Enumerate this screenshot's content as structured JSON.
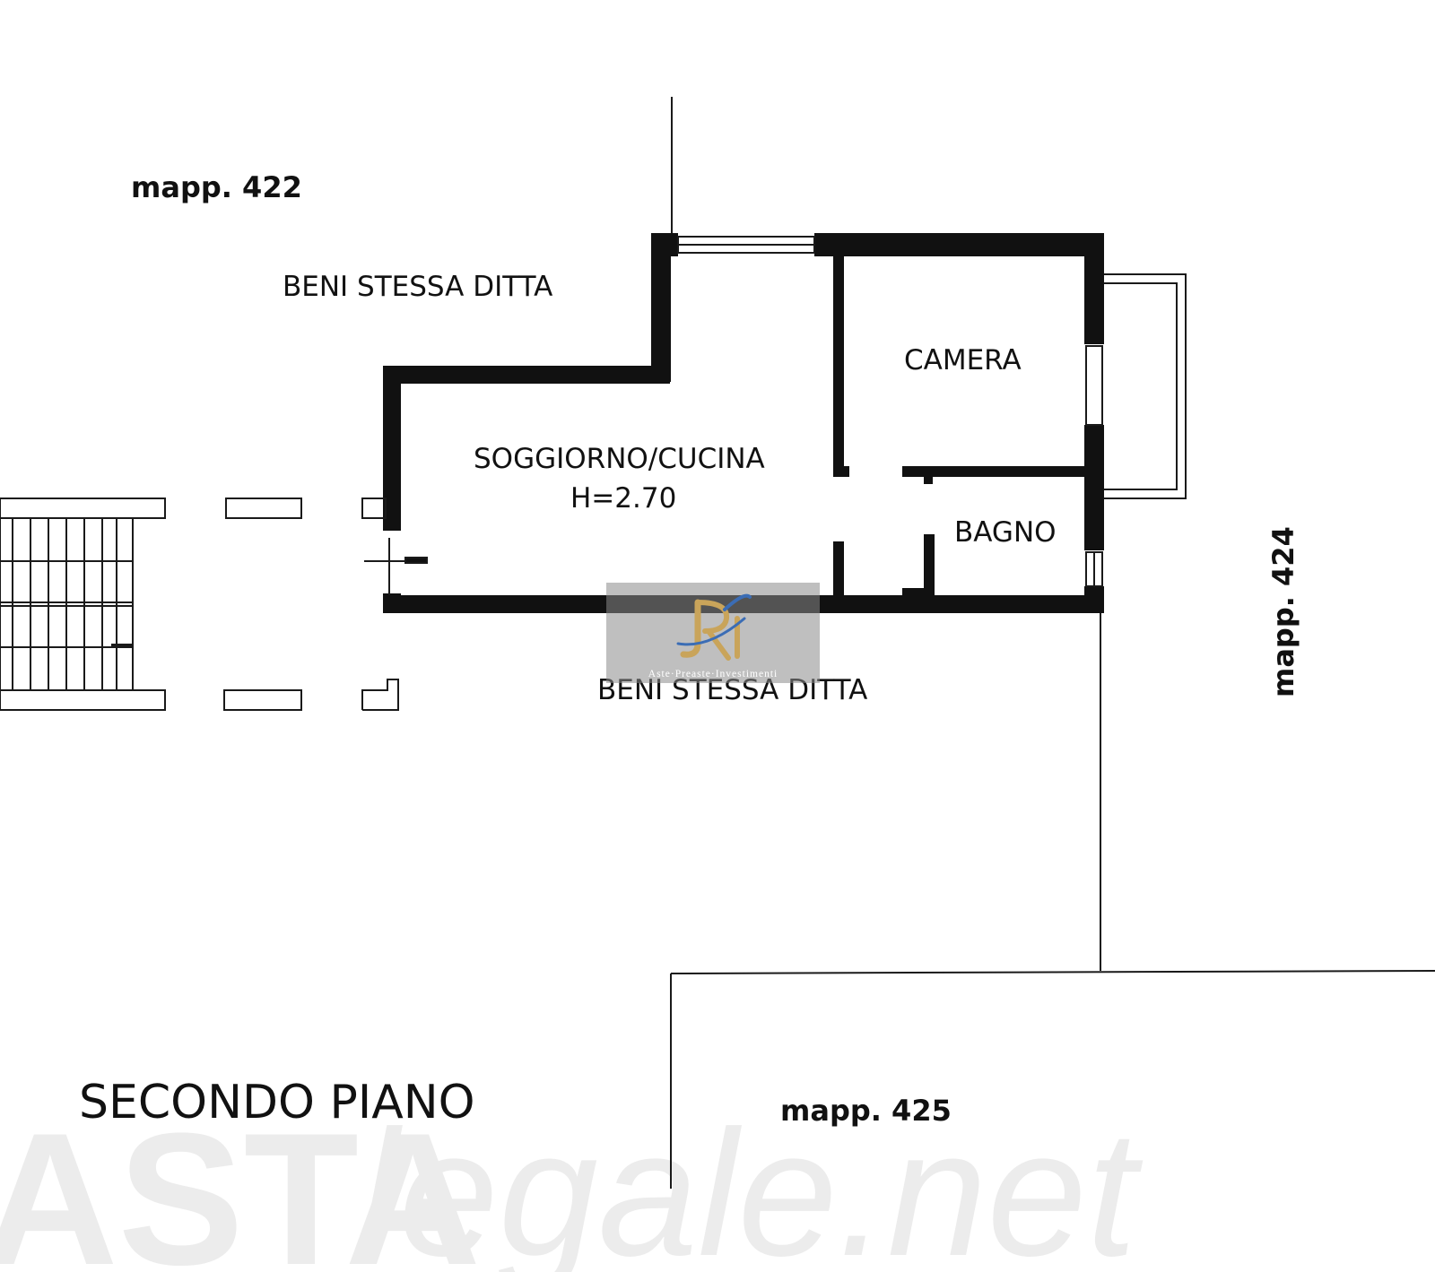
{
  "labels": {
    "mapp_422": "mapp. 422",
    "beni_top": "BENI STESSA DITTA",
    "camera": "CAMERA",
    "soggiorno": "SOGGIORNO/CUCINA",
    "height": "H=2.70",
    "bagno": "BAGNO",
    "mapp_424": "mapp. 424",
    "beni_bottom": "BENI STESSA DITTA",
    "floor": "SECONDO PIANO",
    "mapp_425": "mapp. 425"
  },
  "logo": {
    "caption": "Aste·Preaste·Investimenti",
    "gold": "#c9a45a",
    "blue": "#3b6db5"
  },
  "watermark": {
    "bold": "ASTA",
    "italic": "legale.net",
    "color": "#e8e8e8"
  },
  "colors": {
    "wall": "#111111",
    "line": "#1a1a1a"
  }
}
